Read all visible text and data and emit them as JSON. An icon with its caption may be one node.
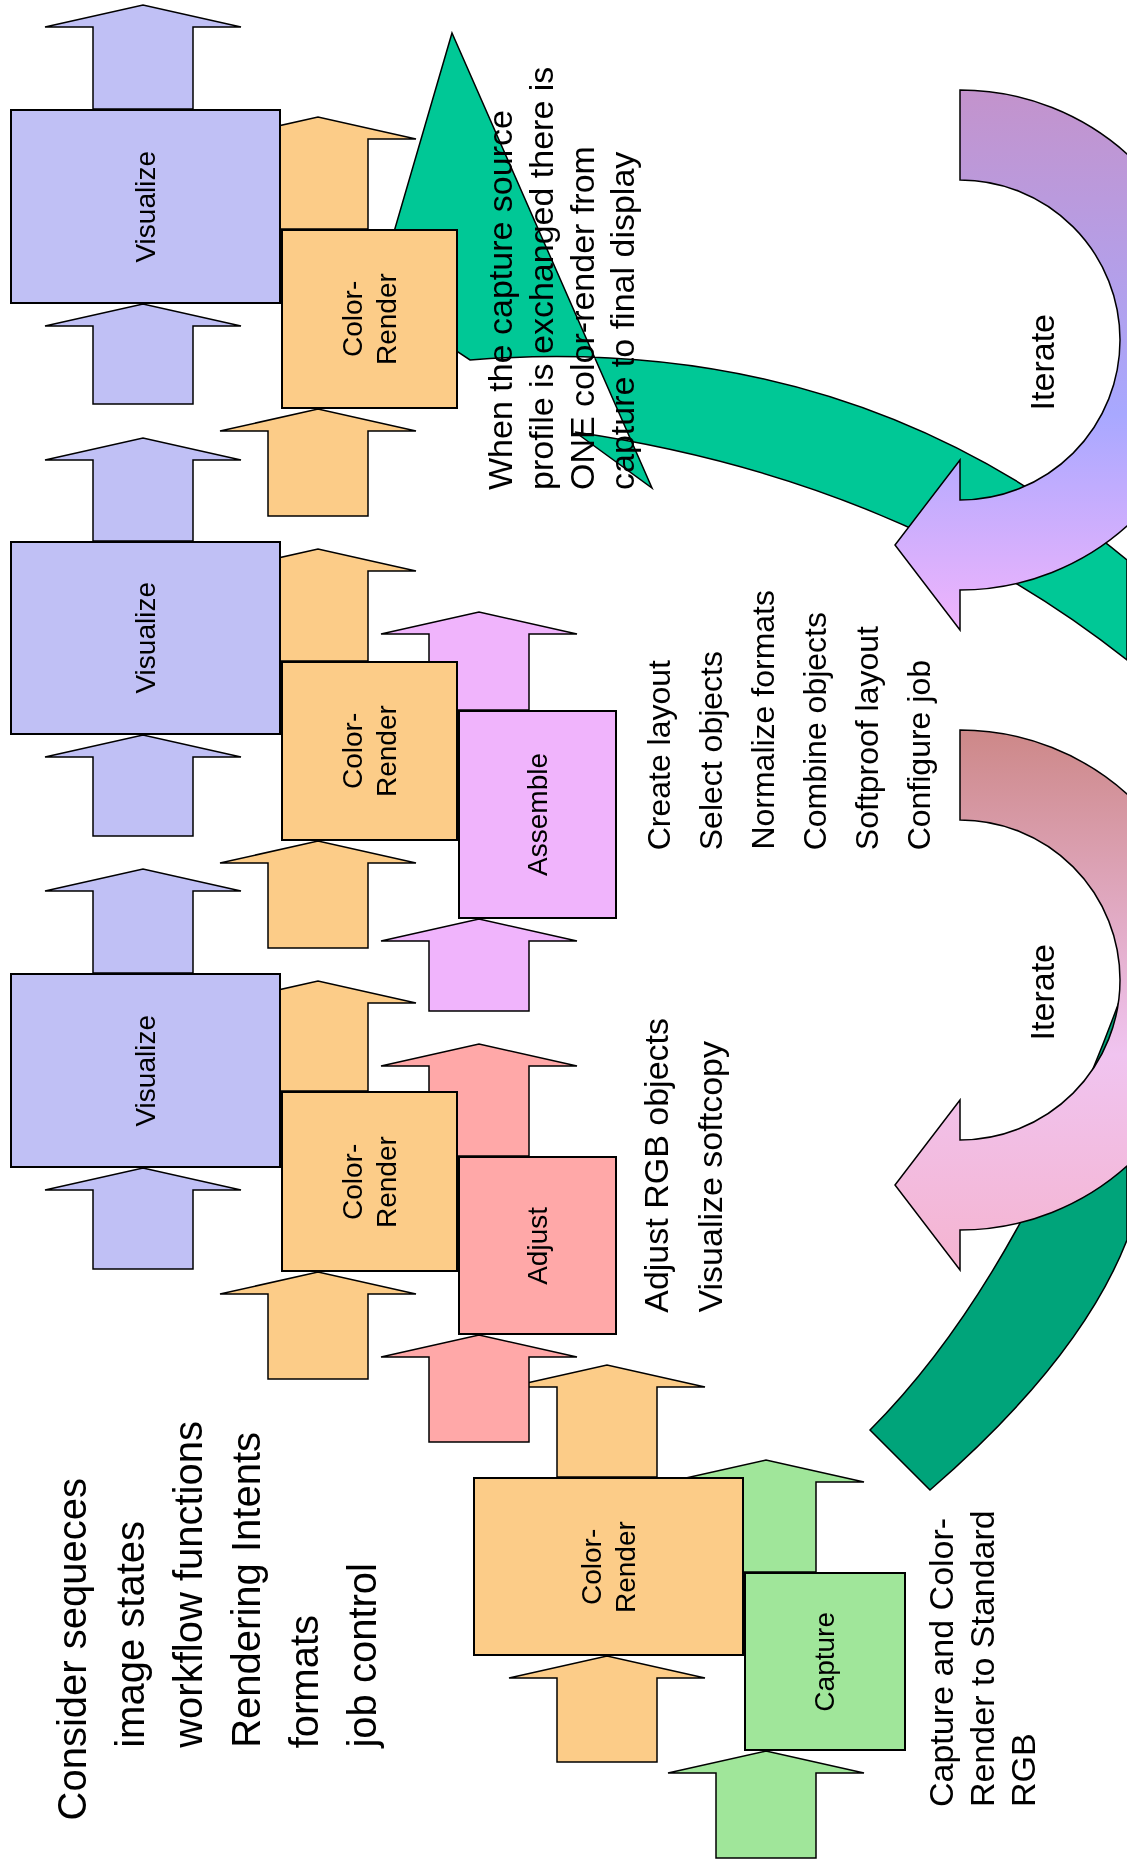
{
  "diagram": {
    "nodes": [
      {
        "text": [
          "Capture"
        ]
      },
      {
        "text": [
          "Color-Render"
        ]
      },
      {
        "text": [
          "Adjust"
        ]
      },
      {
        "text": [
          "Color-Render"
        ]
      },
      {
        "text": [
          "Visualize"
        ]
      },
      {
        "text": [
          "Assemble"
        ]
      },
      {
        "text": [
          "Color-Render"
        ]
      },
      {
        "text": [
          "Visualize"
        ]
      },
      {
        "text": [
          "Color-Render"
        ]
      },
      {
        "text": [
          "Visualize"
        ]
      }
    ],
    "edges": [
      {
        "from": null,
        "to": 0,
        "arrow": "to",
        "color": "#a0e69a"
      },
      {
        "from": 0,
        "to": null,
        "arrow": "to",
        "color": "#a0e69a"
      },
      {
        "from": null,
        "to": 1,
        "arrow": "to"
      },
      {
        "from": 1,
        "to": null,
        "arrow": "to"
      },
      {
        "from": null,
        "to": 2,
        "arrow": "to",
        "color": "#ffa8a8"
      },
      {
        "from": 2,
        "to": null,
        "arrow": "to",
        "color": "#ffa8a8"
      },
      {
        "from": null,
        "to": 3,
        "arrow": "to"
      },
      {
        "from": 3,
        "to": null,
        "arrow": "to"
      },
      {
        "from": null,
        "to": 4,
        "arrow": "to",
        "color": "#c0c0f5"
      },
      {
        "from": 4,
        "to": null,
        "arrow": "to",
        "color": "#c0c0f5"
      },
      {
        "from": null,
        "to": 5,
        "arrow": "to",
        "color": "#f0b4fc"
      },
      {
        "from": 5,
        "to": null,
        "arrow": "to",
        "color": "#f0b4fc"
      },
      {
        "from": null,
        "to": 6,
        "arrow": "to"
      },
      {
        "from": 6,
        "to": null,
        "arrow": "to"
      },
      {
        "from": null,
        "to": 7,
        "arrow": "to",
        "color": "#c0c0f5"
      },
      {
        "from": 7,
        "to": null,
        "arrow": "to",
        "color": "#c0c0f5"
      },
      {
        "from": null,
        "to": 8,
        "arrow": "to"
      },
      {
        "from": 8,
        "to": null,
        "arrow": "to"
      },
      {
        "from": null,
        "to": 9,
        "arrow": "to",
        "color": "#c0c0f5"
      },
      {
        "from": 9,
        "to": null,
        "arrow": "to",
        "color": "#c0c0f5"
      }
    ],
    "labels": [
      "Consider sequeces",
      "image states",
      "workflow functions",
      "Rendering Intents",
      "formats",
      "job control",
      "Adjust RGB objects",
      "Visualize softcopy",
      "Create layout",
      "Select objects",
      "Normalize formats",
      "Combine objects",
      "Softproof layout",
      "Configure job",
      "Iterate",
      "Iterate",
      "When the capture source profile is exchanged there is ONE color-render from capture to final display",
      "Capture and Color-Render to Standard RGB"
    ]
  }
}
